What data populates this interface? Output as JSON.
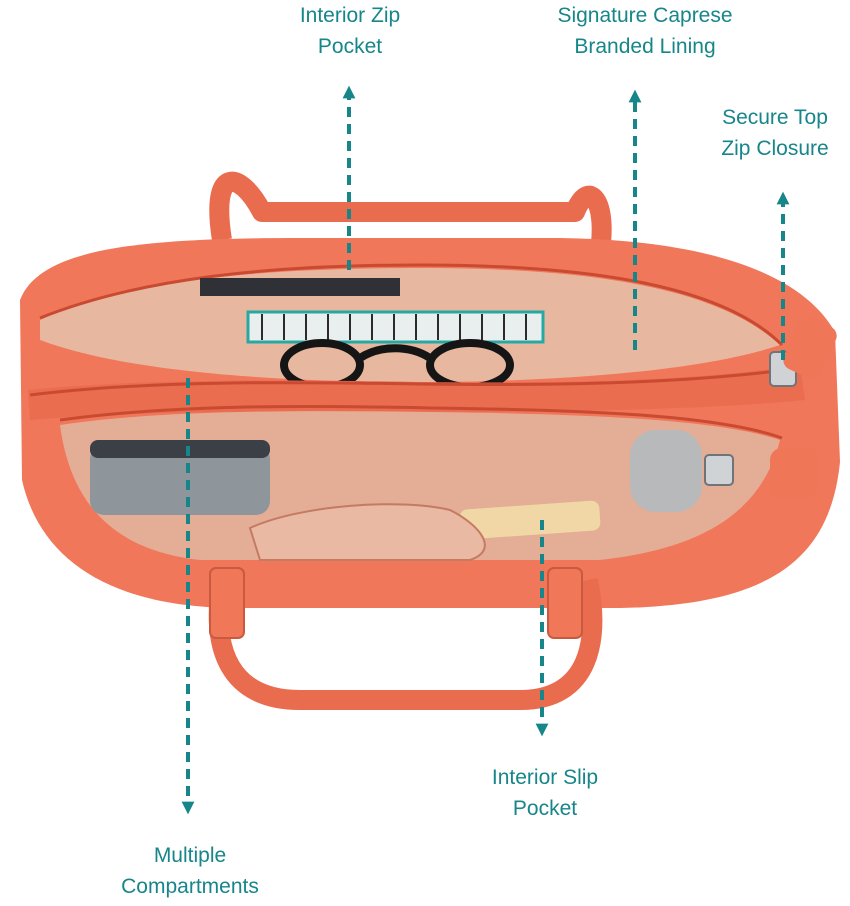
{
  "colors": {
    "accent": "#17868a",
    "leather": "#f0775a",
    "leather_dark": "#d4573e",
    "lining": "#e9b9a3",
    "zipper": "#c94a31"
  },
  "callouts": {
    "interior_zip": {
      "line1": "Interior Zip",
      "line2": "Pocket"
    },
    "signature_lining": {
      "line1": "Signature Caprese",
      "line2": "Branded Lining"
    },
    "secure_top_zip": {
      "line1": "Secure Top",
      "line2": "Zip Closure"
    },
    "interior_slip": {
      "line1": "Interior Slip",
      "line2": "Pocket"
    },
    "multiple_compartments": {
      "line1": "Multiple",
      "line2": "Compartments"
    }
  }
}
